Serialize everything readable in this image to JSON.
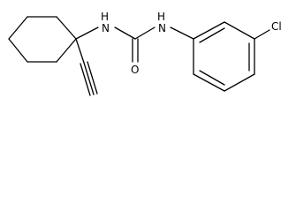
{
  "molecule": {
    "atoms": {
      "nh_left": "N",
      "nh_left_h": "H",
      "nh_right": "N",
      "nh_right_h": "H",
      "oxygen": "O",
      "chlorine": "Cl"
    }
  },
  "colors": {
    "bond": "#000000",
    "label": "#000000",
    "background": "#ffffff"
  }
}
